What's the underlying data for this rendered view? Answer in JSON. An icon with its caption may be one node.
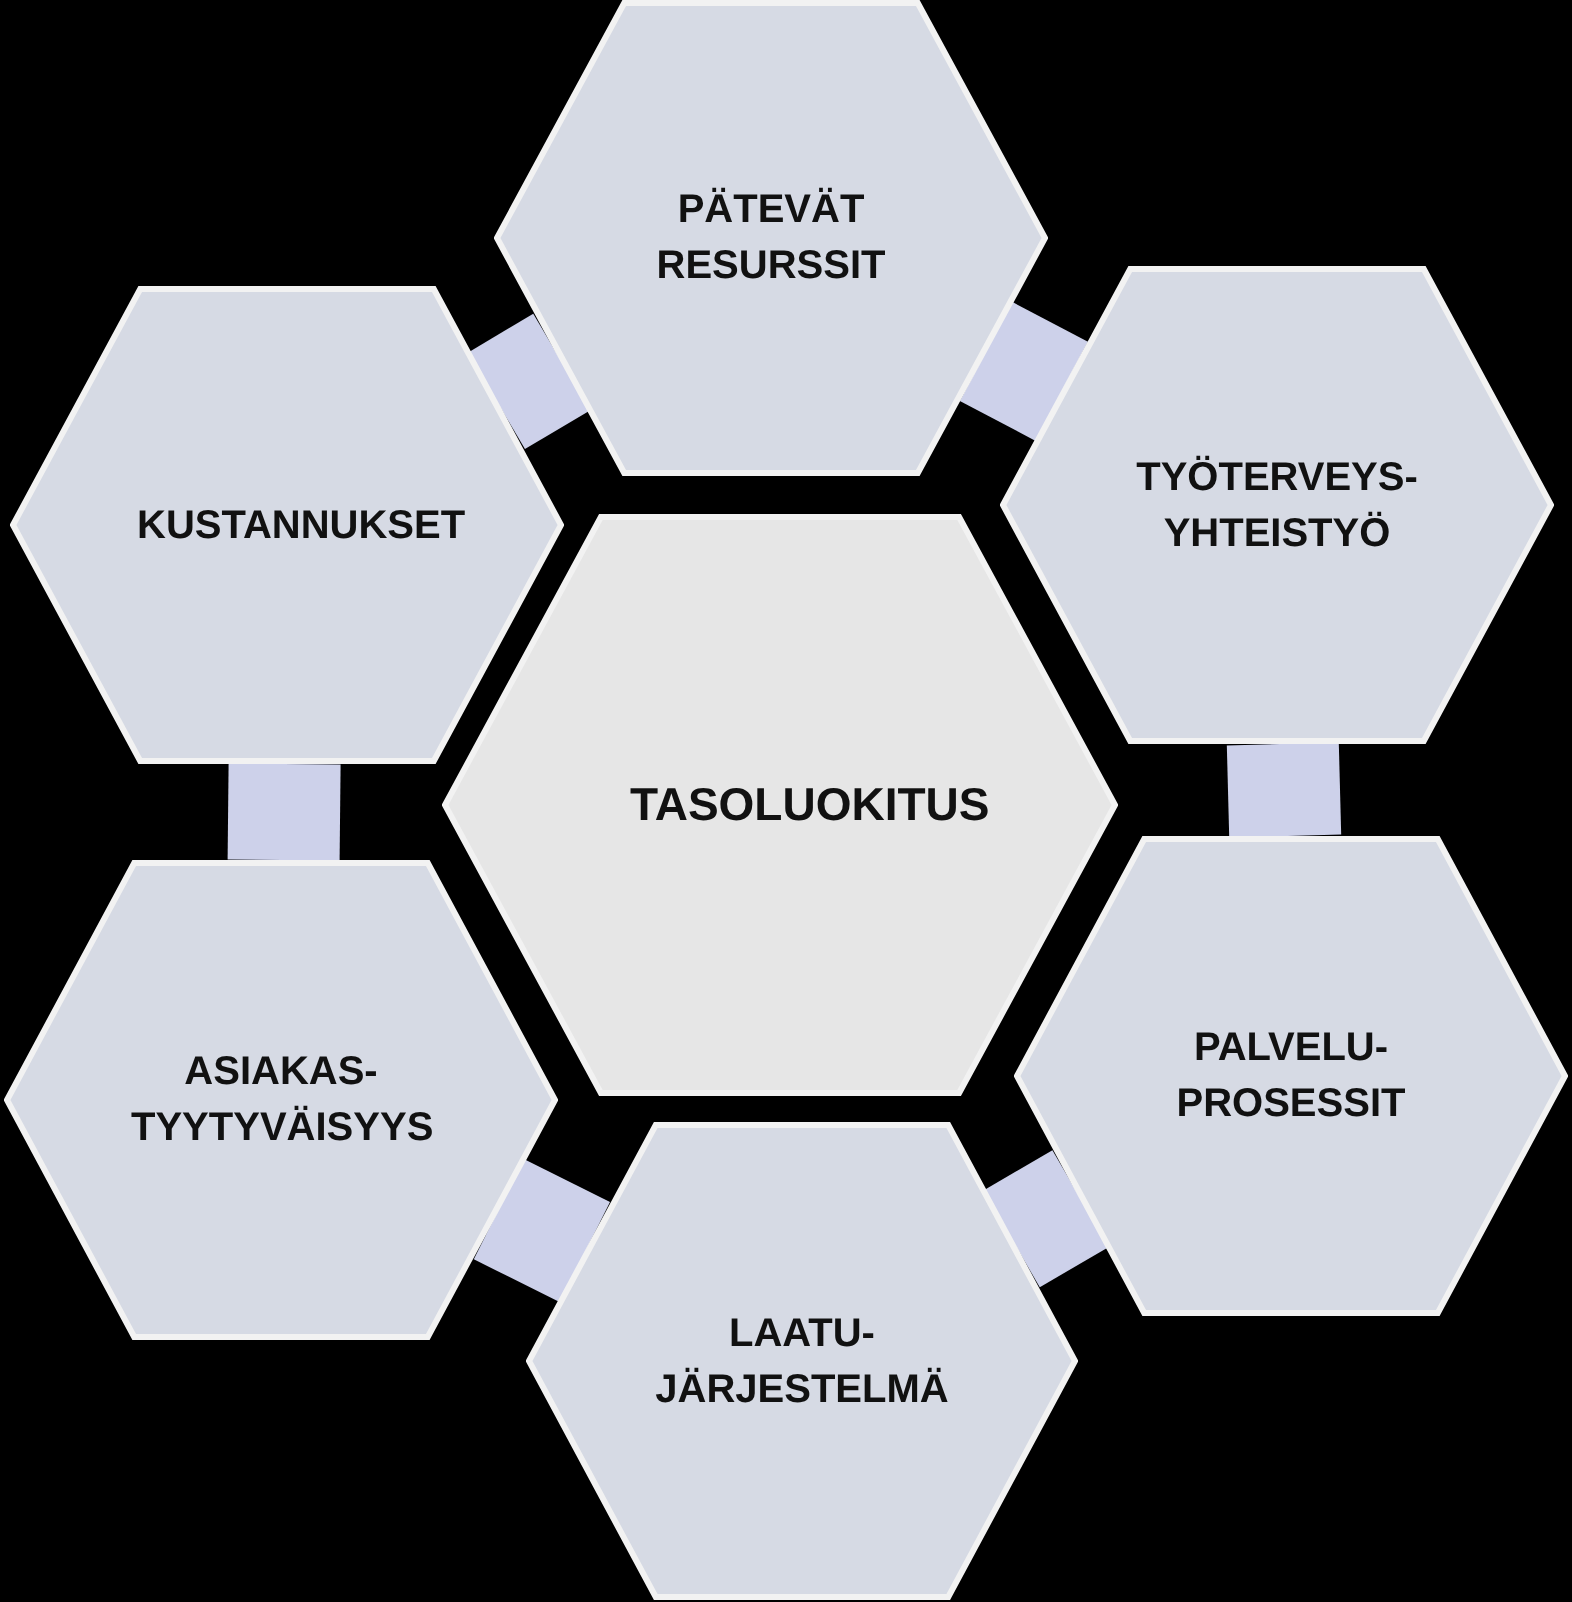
{
  "diagram": {
    "nodes": [
      {
        "text": [
          "PÄTEVÄT RESURSSIT"
        ]
      },
      {
        "text": [
          "KUSTANNUKSET"
        ]
      },
      {
        "text": [
          "TYÖTERVEYS- YHTEISTYÖ"
        ]
      },
      {
        "text": [
          "TASOLUOKITUS"
        ]
      },
      {
        "text": [
          "PALVELU- PROSESSIT"
        ]
      },
      {
        "text": [
          "ASIAKAS- TYYTYVÄISYYS"
        ]
      },
      {
        "text": [
          "LAATU- JÄRJESTELMÄ"
        ]
      }
    ],
    "edges": [
      {
        "from": 1,
        "to": 0,
        "arrow": "none"
      },
      {
        "from": 0,
        "to": 2,
        "arrow": "none"
      },
      {
        "from": 2,
        "to": 4,
        "arrow": "none"
      },
      {
        "from": 4,
        "to": 6,
        "arrow": "none"
      },
      {
        "from": 6,
        "to": 5,
        "arrow": "none"
      },
      {
        "from": 5,
        "to": 1,
        "arrow": "none"
      }
    ]
  }
}
